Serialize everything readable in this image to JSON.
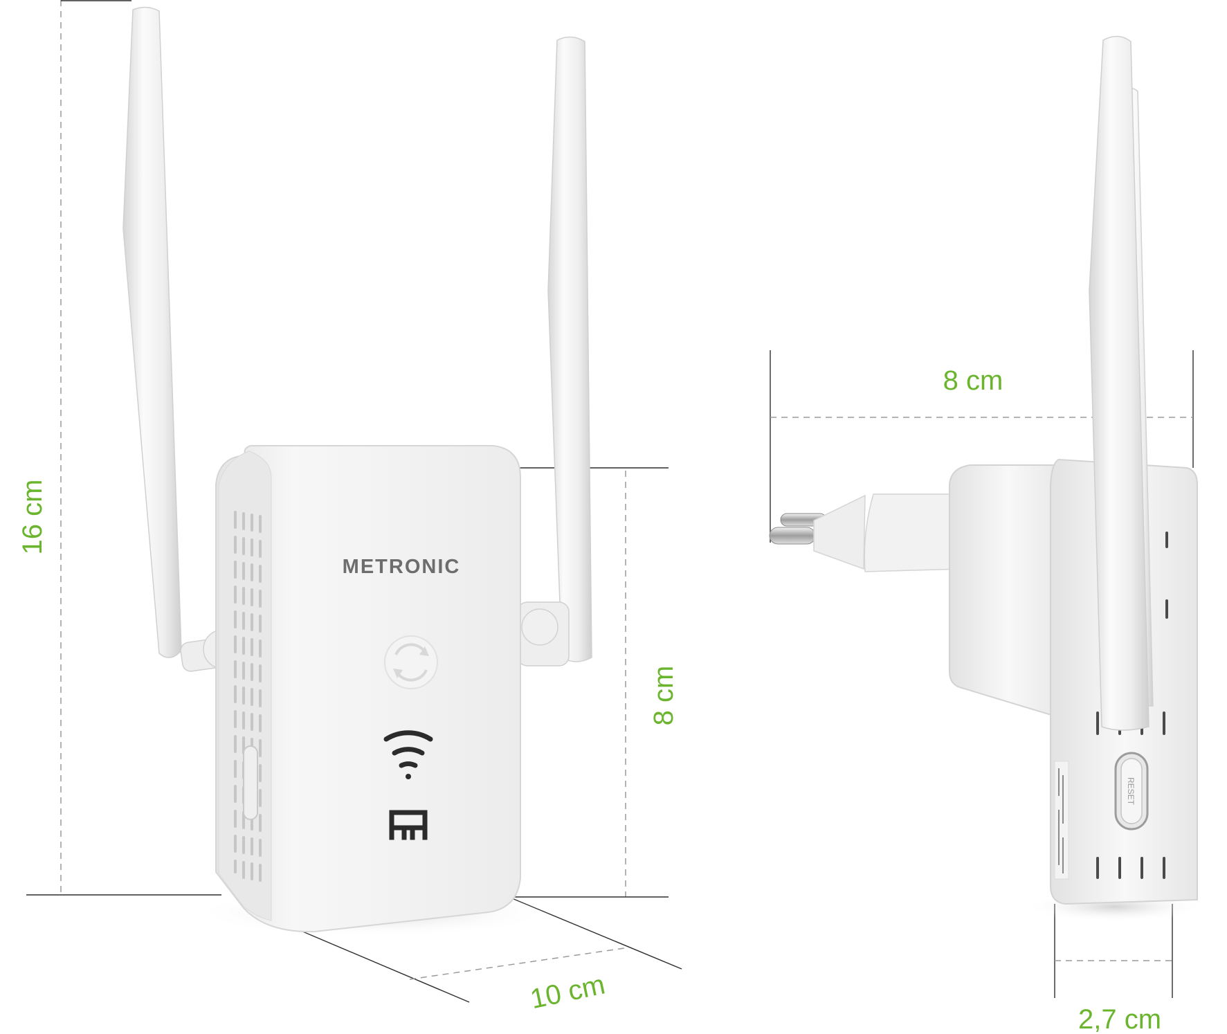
{
  "dimensions": {
    "front_height": "16 cm",
    "front_body_height": "8 cm",
    "front_width": "10 cm",
    "side_depth": "8 cm",
    "side_thickness": "2,7 cm"
  },
  "device": {
    "brand": "METRONIC",
    "reset_label": "RESET"
  },
  "colors": {
    "label_green": "#6bb42e",
    "device_white": "#f6f6f6",
    "guide_grey": "#9a9a9a"
  },
  "icons": [
    "wps-sync-icon",
    "wifi-icon",
    "ethernet-port-icon"
  ]
}
